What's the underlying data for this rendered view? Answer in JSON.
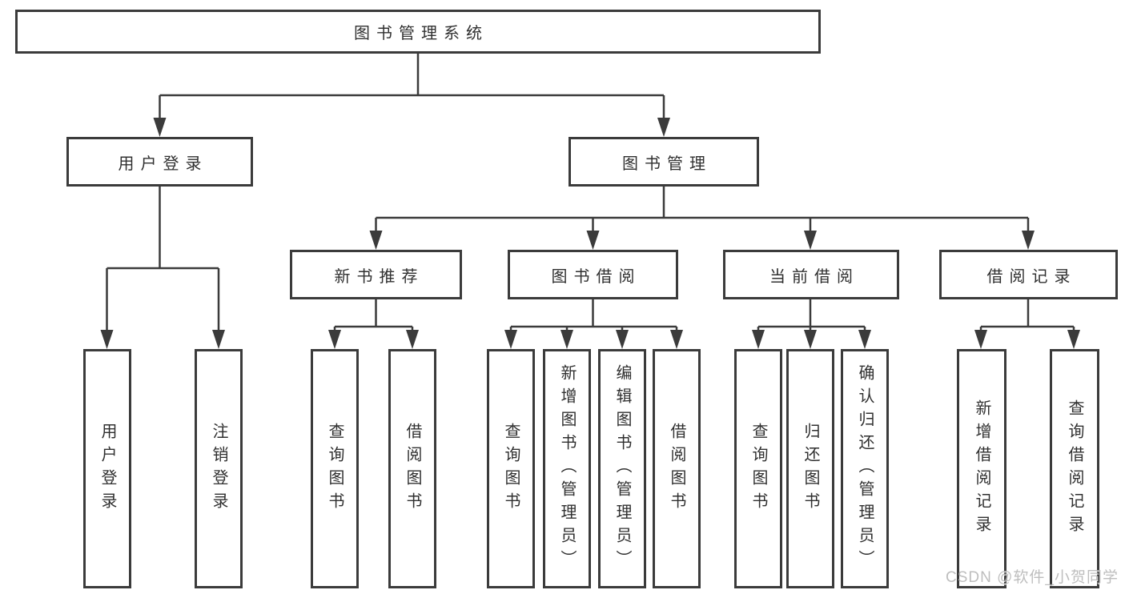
{
  "tree": {
    "root": {
      "label": "图书管理系统"
    },
    "level2": [
      {
        "label": "用户登录"
      },
      {
        "label": "图书管理"
      }
    ],
    "level3": [
      {
        "label": "新书推荐"
      },
      {
        "label": "图书借阅"
      },
      {
        "label": "当前借阅"
      },
      {
        "label": "借阅记录"
      }
    ],
    "leaves": {
      "user_login": [
        "用户登录",
        "注销登录"
      ],
      "new_book": [
        "查询图书",
        "借阅图书"
      ],
      "book_borrow": [
        "查询图书",
        "新增图书（管理员）",
        "编辑图书（管理员）",
        "借阅图书"
      ],
      "current_borrow": [
        "查询图书",
        "归还图书",
        "确认归还（管理员）"
      ],
      "borrow_records": [
        "新增借阅记录",
        "查询借阅记录"
      ]
    }
  },
  "watermark": "CSDN @软件_小贺同学",
  "colors": {
    "line": "#3b3b3b",
    "text": "#303030",
    "watermark": "#b3b3b3"
  }
}
